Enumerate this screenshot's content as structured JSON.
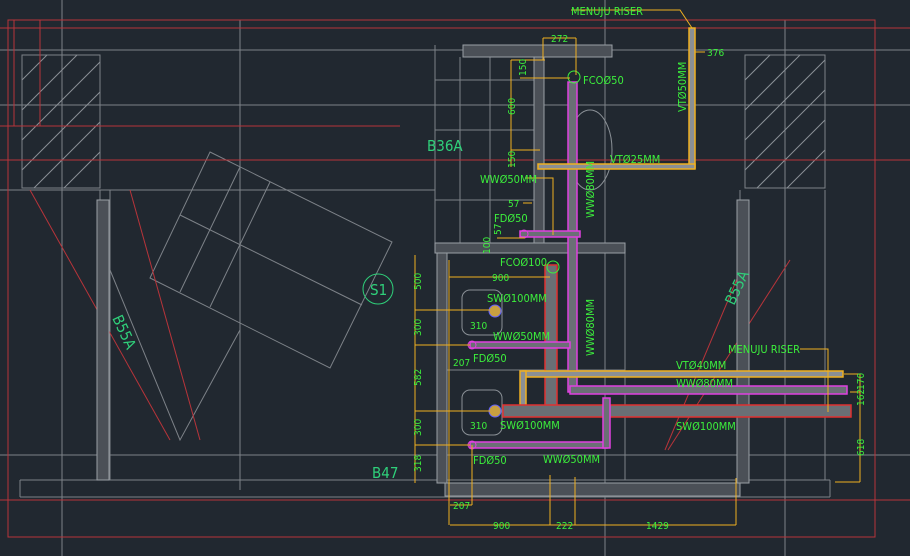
{
  "drawing": {
    "rooms": {
      "b36a": "B36A",
      "b47": "B47",
      "b55a_left": "B55A",
      "b55a_right": "B55A",
      "section": "S1"
    },
    "labels": {
      "riser_top": "MENUJU RISER",
      "riser_right": "MENUJU RISER",
      "vt50": "VTØ50MM",
      "fco50": "FCOØ50",
      "vt25": "VTØ25MM",
      "ww50_top": "WWØ50MM",
      "ww80_vertical_top": "WWØ80MM",
      "fd50_top": "FDØ50",
      "fco100": "FCOØ100",
      "sw100_a": "SWØ100MM",
      "ww50_mid": "WWØ50MM",
      "ww80_vertical_mid": "WWØ80MM",
      "fd50_mid": "FDØ50",
      "vt40": "VTØ40MM",
      "ww80_horiz": "WWØ80MM",
      "sw100_b": "SWØ100MM",
      "sw100_horiz": "SWØ100MM",
      "fd50_bottom": "FDØ50",
      "ww50_bottom": "WWØ50MM"
    },
    "dimensions": {
      "d272": "272",
      "d376": "376",
      "d150a": "150",
      "d600": "600",
      "d150b": "150",
      "d57a": "57",
      "d57b": "57",
      "d100": "100",
      "d900top": "900",
      "d500": "500",
      "d300a": "300",
      "d310a": "310",
      "d207a": "207",
      "d582": "582",
      "d300b": "300",
      "d310b": "310",
      "d318": "318",
      "d162": "162",
      "d170": "170",
      "d618": "618",
      "d207b": "207",
      "d900": "900",
      "d222": "222",
      "d1429": "1429"
    }
  },
  "colors": {
    "background": "#212830",
    "water_waste": "#e040e0",
    "soil_water": "#e03030",
    "vent": "#f0b020",
    "dimension": "#f0b020",
    "text": "#3cf03c",
    "grid": "#7d8288",
    "border": "#b8343a"
  }
}
